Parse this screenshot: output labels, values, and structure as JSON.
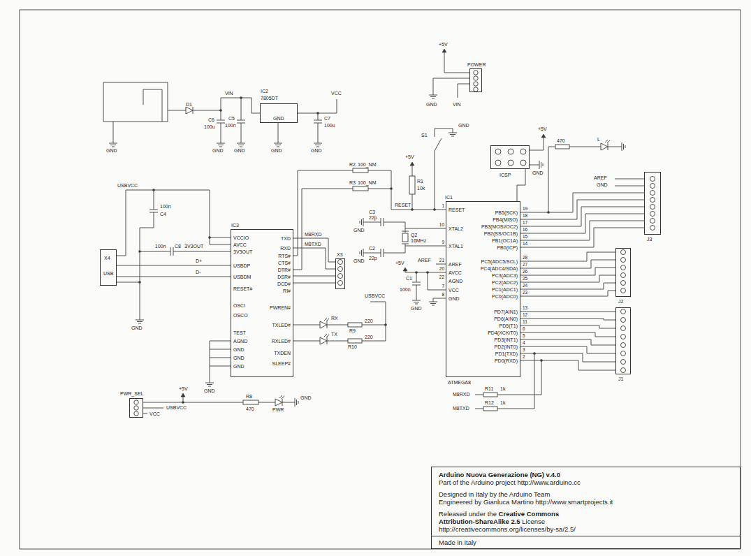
{
  "diagram": {
    "nodes": [
      {
        "text": [
          "POWER"
        ]
      },
      {
        "text": [
          "IC2",
          "7805DT",
          "GND"
        ]
      },
      {
        "text": [
          "ICSP"
        ]
      },
      {
        "text": [
          "J3"
        ]
      },
      {
        "text": [
          "X4",
          "USB"
        ]
      },
      {
        "text": [
          "IC3",
          "VCCIO",
          "AVCC",
          "3V3OUT",
          "USBDP",
          "USBDM",
          "RESET#",
          "OSCI",
          "OSCO",
          "TEST",
          "AGND",
          "GND",
          "GND",
          "GND",
          "TXD",
          "RXD",
          "RTS#",
          "CTS#",
          "DTR#",
          "DSR#",
          "DCD#",
          "RI#",
          "PWREN#",
          "TXLED#",
          "RXLED#",
          "TXDEN",
          "SLEEP#"
        ]
      },
      {
        "text": [
          "X3"
        ]
      },
      {
        "text": [
          "IC1",
          "RESET",
          "XTAL2",
          "XTAL1",
          "AREF",
          "AVCC",
          "AGND",
          "VCC",
          "GND",
          "PB5(SCK)",
          "PB4(MISO)",
          "PB3(MOSI/OC2)",
          "PB2(SS/OC1B)",
          "PB1(OC1A)",
          "PB0(ICP)",
          "PC5(ADC5/SCL)",
          "PC4(ADC4/SDA)",
          "PC3(ADC3)",
          "PC2(ADC2)",
          "PC1(ADC1)",
          "PC0(ADC0)",
          "PD7(AIN1)",
          "PD6(AIN0)",
          "PD5(T1)",
          "PD4(XCK/T0)",
          "PD3(INT1)",
          "PD2(INT0)",
          "PD1(TXD)",
          "PD0(RXD)",
          "ATMEGA8"
        ]
      },
      {
        "text": [
          "J2"
        ]
      },
      {
        "text": [
          "J1"
        ]
      },
      {
        "text": [
          "PWR_SEL"
        ]
      },
      {
        "text": [
          "Arduino Nuova Generazione (NG) v.4.0",
          "Part of the Arduino project http://www.arduino.cc",
          "Designed in Italy by the Arduino Team",
          "Engineered by Gianluca Martino http://www.smartprojects.it",
          "Released under the",
          "Creative Commons Attribution-ShareAlike 2.5",
          "License",
          "http://creativecommons.org/licenses/by-sa/2.5/",
          "Made in Italy"
        ]
      }
    ],
    "edges": [
      {
        "from": 4,
        "to": 5,
        "arrow": "none"
      },
      {
        "from": 5,
        "to": 6,
        "arrow": "none"
      },
      {
        "from": 7,
        "to": 2,
        "arrow": "none"
      },
      {
        "from": 7,
        "to": 3,
        "arrow": "none"
      },
      {
        "from": 7,
        "to": 8,
        "arrow": "none"
      },
      {
        "from": 7,
        "to": 9,
        "arrow": "none"
      }
    ],
    "labels": [
      "+5V",
      "GND",
      "VIN",
      "D1",
      "VIN",
      "C6",
      "100u",
      "C5",
      "100n",
      "VCC",
      "C7",
      "100u",
      "GND",
      "GND",
      "GND",
      "GND",
      "GND",
      "S1",
      "GND",
      "+5V",
      "GND",
      "470",
      "L",
      "AREF",
      "GND",
      "R2",
      "100_NM",
      "R3",
      "100_NM",
      "+5V",
      "R1",
      "10k",
      "RESET",
      "C3",
      "22p",
      "Q2",
      "16MHz",
      "C2",
      "22p",
      "GND",
      "GND",
      "AREF",
      "+5V",
      "C1",
      "100n",
      "GND",
      "USBVCC",
      "100n",
      "C4",
      "100n",
      "C8",
      "3V3OUT",
      "D+",
      "D-",
      "GND",
      "M8RXD",
      "M8TXD",
      "USBVCC",
      "RX",
      "TX",
      "R9",
      "220",
      "R10",
      "220",
      "GND",
      "+5V",
      "USBVCC",
      "VCC",
      "R8",
      "470",
      "PWR",
      "GND",
      "M8RXD",
      "R11",
      "1k",
      "M8TXD",
      "R12",
      "1k",
      "19",
      "18",
      "17",
      "16",
      "15",
      "14",
      "28",
      "27",
      "26",
      "25",
      "24",
      "23",
      "13",
      "12",
      "11",
      "6",
      "5",
      "4",
      "3",
      "2",
      "1",
      "10",
      "9",
      "21",
      "20",
      "22",
      "7",
      "8"
    ]
  }
}
